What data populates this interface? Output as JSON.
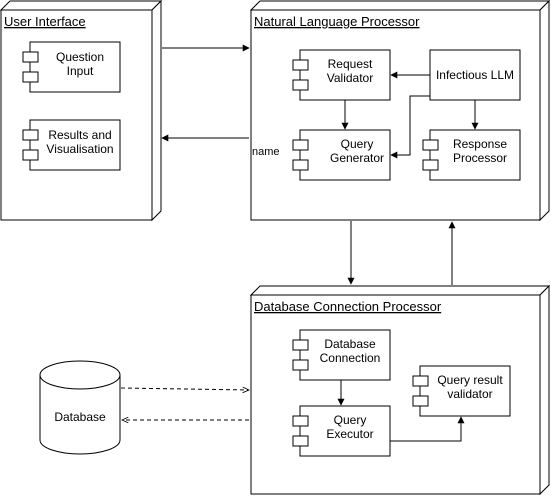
{
  "nodes": {
    "ui": {
      "title": "User Interface"
    },
    "nlp": {
      "title": "Natural Language Processor"
    },
    "db_proc": {
      "title": "Database Connection Processor"
    }
  },
  "components": {
    "question_input": {
      "lines": [
        "Question",
        "Input"
      ]
    },
    "results_vis": {
      "lines": [
        "Results and",
        "Visualisation"
      ]
    },
    "request_validator": {
      "lines": [
        "Request",
        "Validator"
      ]
    },
    "infectious_llm": {
      "lines": [
        "Infectious LLM"
      ]
    },
    "query_generator": {
      "lines": [
        "Query",
        "Generator"
      ]
    },
    "response_processor": {
      "lines": [
        "Response",
        "Processor"
      ]
    },
    "database_connection": {
      "lines": [
        "Database",
        "Connection"
      ]
    },
    "query_executor": {
      "lines": [
        "Query",
        "Executor"
      ]
    },
    "query_result_validator": {
      "lines": [
        "Query result",
        "validator"
      ]
    }
  },
  "database": {
    "label": "Database"
  },
  "edge_labels": {
    "ui_return": "name"
  }
}
